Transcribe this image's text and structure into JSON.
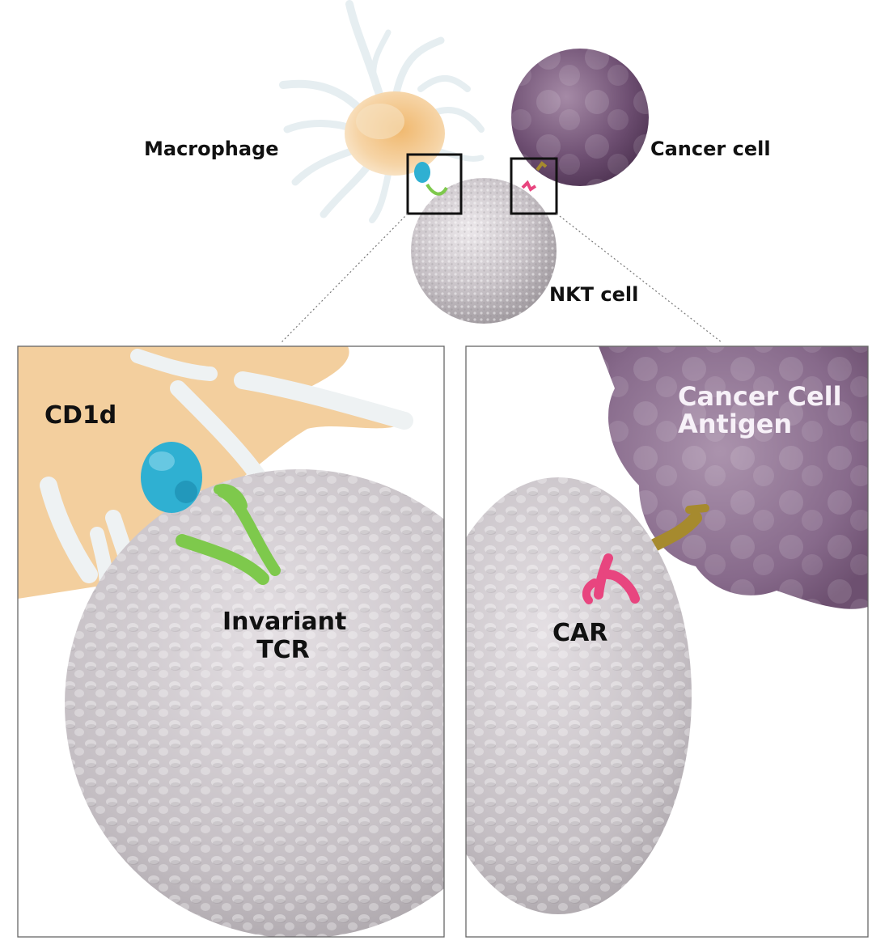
{
  "labels": {
    "macrophage": "Macrophage",
    "cancer_cell": "Cancer cell",
    "nkt_cell": "NKT cell",
    "cd1d": "CD1d",
    "invariant_tcr_line1": "Invariant",
    "invariant_tcr_line2": "TCR",
    "cancer_cell_antigen_line1": "Cancer Cell",
    "cancer_cell_antigen_line2": "Antigen",
    "car": "CAR"
  },
  "colors": {
    "macrophage": "#f2c98f",
    "macrophage_arm": "#e8eef0",
    "cancer_cell": "#7a5a7e",
    "nkt_cell": "#c9c4c8",
    "cd1d": "#2fb0d2",
    "invariant_tcr": "#7ec94c",
    "car": "#e8457f",
    "antigen": "#a68a2e"
  }
}
